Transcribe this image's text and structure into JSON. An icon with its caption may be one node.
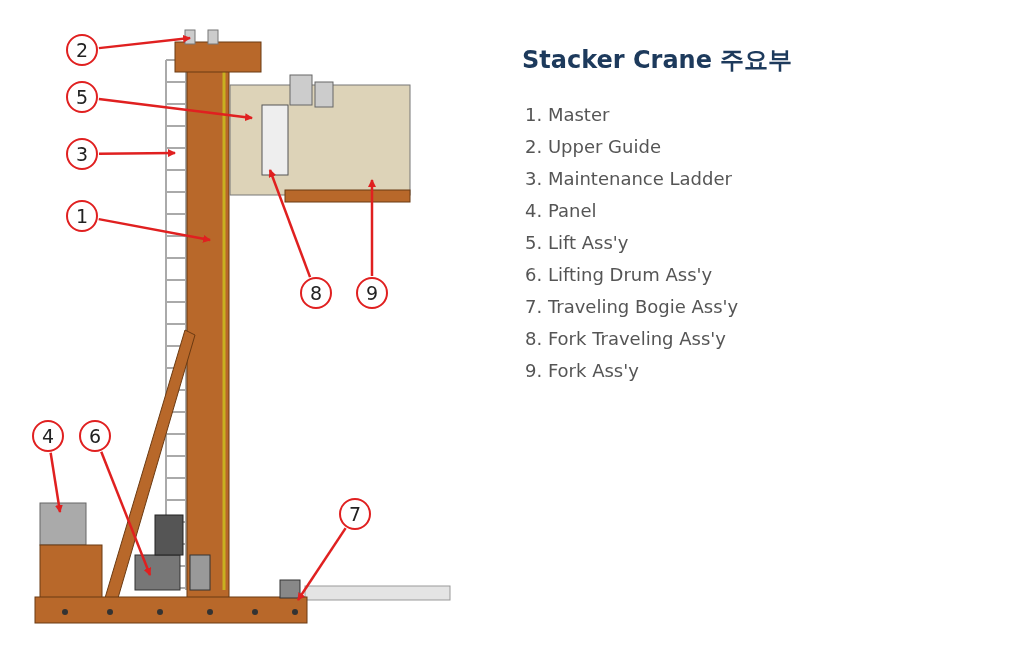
{
  "diagram": {
    "title": "Stacker Crane 주요부",
    "nodes": [
      {
        "text": [
          "1"
        ]
      },
      {
        "text": [
          "2"
        ]
      },
      {
        "text": [
          "3"
        ]
      },
      {
        "text": [
          "4"
        ]
      },
      {
        "text": [
          "5"
        ]
      },
      {
        "text": [
          "6"
        ]
      },
      {
        "text": [
          "7"
        ]
      },
      {
        "text": [
          "8"
        ]
      },
      {
        "text": [
          "9"
        ]
      }
    ],
    "edges": [
      {
        "from": 0,
        "to": null,
        "arrow": "to"
      },
      {
        "from": 1,
        "to": null,
        "arrow": "to"
      },
      {
        "from": 2,
        "to": null,
        "arrow": "to"
      },
      {
        "from": 3,
        "to": null,
        "arrow": "to"
      },
      {
        "from": 4,
        "to": null,
        "arrow": "to"
      },
      {
        "from": 5,
        "to": null,
        "arrow": "to"
      },
      {
        "from": 6,
        "to": null,
        "arrow": "to"
      },
      {
        "from": 7,
        "to": null,
        "arrow": "to"
      },
      {
        "from": 8,
        "to": null,
        "arrow": "to"
      }
    ],
    "labels": [
      "1. Master",
      "2. Upper Guide",
      "3. Maintenance Ladder",
      "4. Panel",
      "5. Lift Ass'y",
      "6. Lifting Drum Ass'y",
      "7. Traveling Bogie Ass'y",
      "8. Fork Traveling Ass'y",
      "9. Fork Ass'y"
    ]
  }
}
